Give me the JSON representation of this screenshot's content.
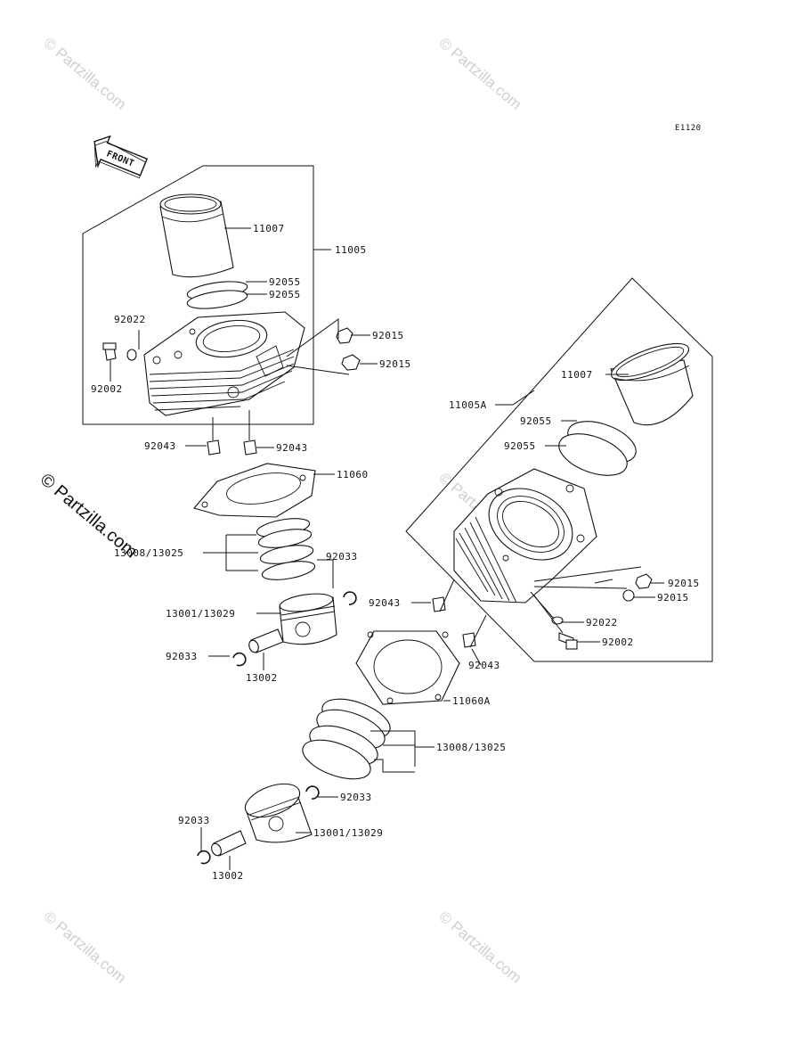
{
  "diagram_code": "E1120",
  "front_label": "FRONT",
  "watermark": "© Partzilla.com",
  "labels": {
    "l11007_a": "11007",
    "l11005": "11005",
    "l92055_a": "92055",
    "l92055_b": "92055",
    "l92022_a": "92022",
    "l92002_a": "92002",
    "l92015_a": "92015",
    "l92015_b": "92015",
    "l92043_a": "92043",
    "l92043_b": "92043",
    "l11060": "11060",
    "l13008_a": "13008/13025",
    "l92033_a": "92033",
    "l13001_a": "13001/13029",
    "l92033_b": "92033",
    "l13002_a": "13002",
    "l11007_b": "11007",
    "l11005a": "11005A",
    "l92055_c": "92055",
    "l92055_d": "92055",
    "l92015_c": "92015",
    "l92015_d": "92015",
    "l92022_b": "92022",
    "l92002_b": "92002",
    "l92043_c": "92043",
    "l92043_d": "92043",
    "l11060a": "11060A",
    "l13008_b": "13008/13025",
    "l92033_c": "92033",
    "l13001_b": "13001/13029",
    "l92033_d": "92033",
    "l13002_b": "13002"
  }
}
